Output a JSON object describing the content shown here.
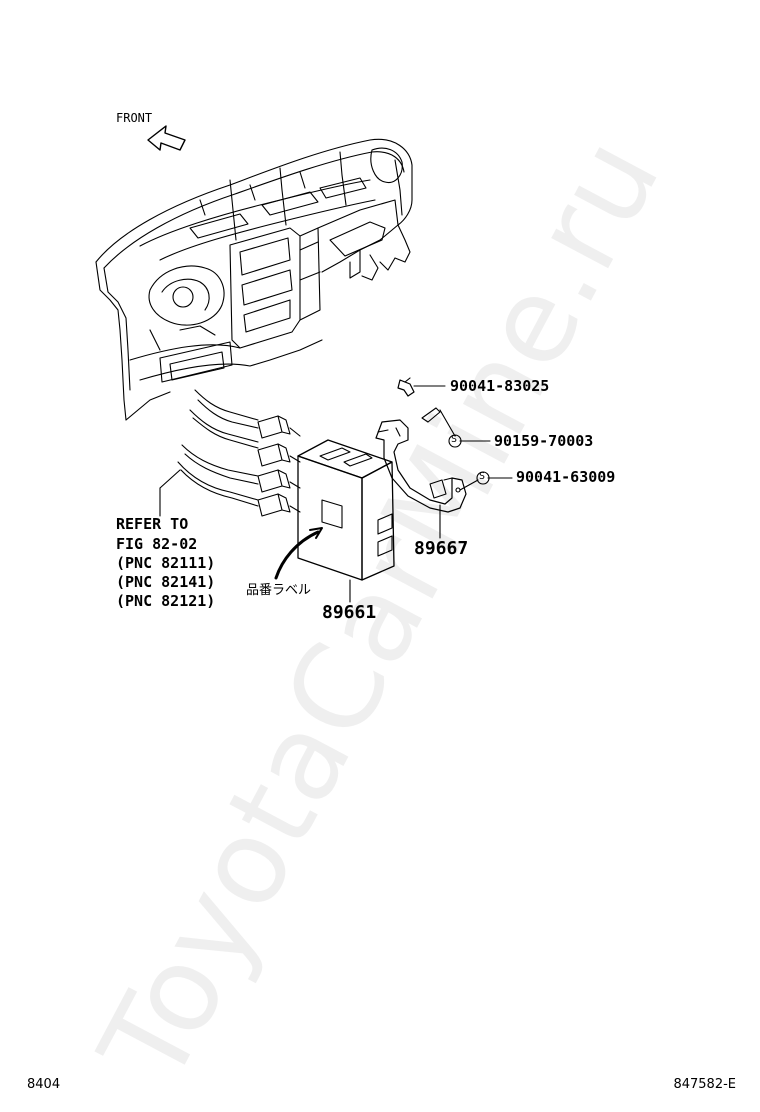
{
  "front_label": "FRONT",
  "callouts": {
    "bolt_top": "90041-83025",
    "washer_mid": "90159-70003",
    "washer_low": "90041-63009",
    "bracket": "89667",
    "ecu": "89661",
    "part_label_jp": "品番ラベル"
  },
  "refer": {
    "line1": "REFER TO",
    "line2": "FIG 82-02",
    "line3": "(PNC 82111)",
    "line4": "(PNC 82141)",
    "line5": "(PNC 82121)"
  },
  "symbols": {
    "s_marker": "S"
  },
  "footer": {
    "left_code": "8404",
    "right_code": "847582-E"
  },
  "watermark": "ToyotaCarMine.ru",
  "colors": {
    "ink": "#000000",
    "paper": "#ffffff",
    "watermark": "#000000"
  }
}
